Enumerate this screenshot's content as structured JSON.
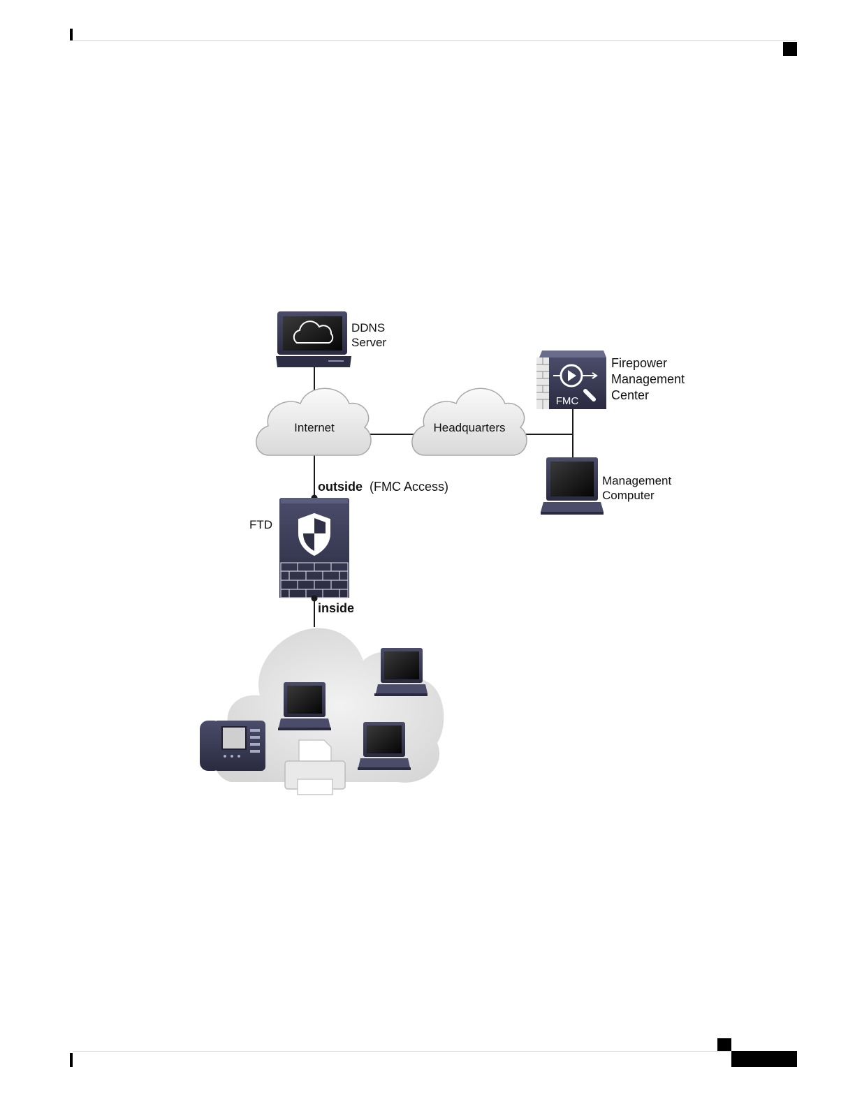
{
  "diagram": {
    "nodes": {
      "ddns": {
        "line1": "DDNS",
        "line2": "Server"
      },
      "internet": {
        "label": "Internet"
      },
      "headquarters": {
        "label": "Headquarters"
      },
      "fmc": {
        "line1": "Firepower",
        "line2": "Management",
        "line3": "Center",
        "badge": "FMC"
      },
      "mgmt": {
        "line1": "Management",
        "line2": "Computer"
      },
      "ftd": {
        "label": "FTD"
      }
    },
    "interfaces": {
      "outside": {
        "name": "outside",
        "note": "(FMC Access)"
      },
      "inside": {
        "name": "inside"
      }
    },
    "icons": [
      "server-icon",
      "cloud-icon",
      "fmc-appliance-icon",
      "laptop-icon",
      "firewall-icon",
      "ip-phone-icon",
      "printer-icon"
    ],
    "colors": {
      "device_dark": "#2f3046",
      "device_light": "#5b5d7d",
      "cloud_fill": "#e6e6e6",
      "link": "#1a1a1a"
    }
  }
}
